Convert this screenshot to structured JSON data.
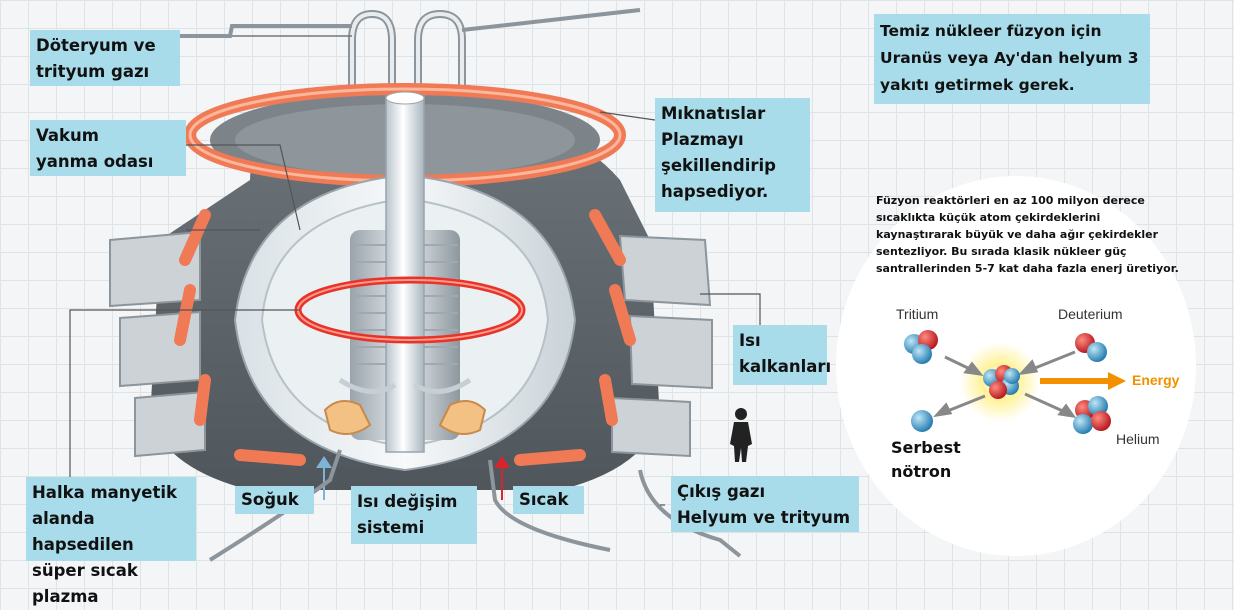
{
  "labels": {
    "gas_inlet": "Döteryum ve\ntrityum gazı",
    "vacuum": "Vakum\nyanma odası",
    "magnets": "Mıknatıslar\nPlazmayı\nşekillendirip\nhapsediyor.",
    "heat_shields": "Isı\nkalkanları",
    "plasma_ring": "Halka manyetik\nalanda hapsedilen\nsüper sıcak plazma",
    "cold": "Soğuk",
    "heat_exchange": "Isı değişim\nsistemi",
    "hot": "Sıcak",
    "exhaust": "Çıkış gazı\nHelyum ve trityum"
  },
  "note": "Temiz nükleer füzyon için\nUranüs veya Ay'dan helyum 3\nyakıtı getirmek gerek.",
  "fusion": {
    "description": "Füzyon reaktörleri en az 100 milyon derece\nsıcaklıkta küçük atom çekirdeklerini\nkaynaştırarak büyük ve daha ağır çekirdekler\nsentezliyor. Bu sırada klasik nükleer güç\nsantrallerinden 5-7 kat daha fazla enerj üretiyor.",
    "tritium": "Tritium",
    "deuterium": "Deuterium",
    "energy": "Energy",
    "helium": "Helium",
    "free_neutron": "Serbest\nnötron"
  },
  "colors": {
    "label_bg": "#a9dcea",
    "coil": "#f07a55",
    "plasma": "#e8332a",
    "energy": "#f29000",
    "proton": "#d7262b",
    "neutron": "#3f9fd0"
  }
}
